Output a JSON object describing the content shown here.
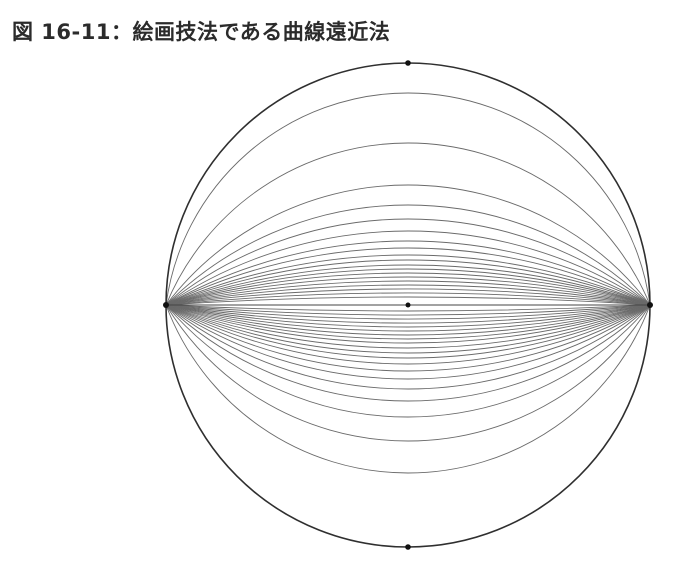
{
  "figure": {
    "caption": "図 16-11：絵画技法である曲線遠近法",
    "upper_arc_sagittas": [
      212,
      162,
      120,
      100,
      86,
      74,
      64,
      57,
      50,
      45,
      40,
      36,
      32,
      28,
      24,
      20,
      16,
      12,
      8
    ],
    "lower_arc_sagittas": [
      168,
      136,
      112,
      96,
      84,
      74,
      66,
      59,
      53,
      48,
      43,
      38,
      34,
      30,
      26,
      22,
      18,
      14,
      10,
      6
    ],
    "colors": {
      "stroke": "#6a6a6a",
      "outline": "#2f2f2f",
      "dot": "#111111"
    }
  }
}
